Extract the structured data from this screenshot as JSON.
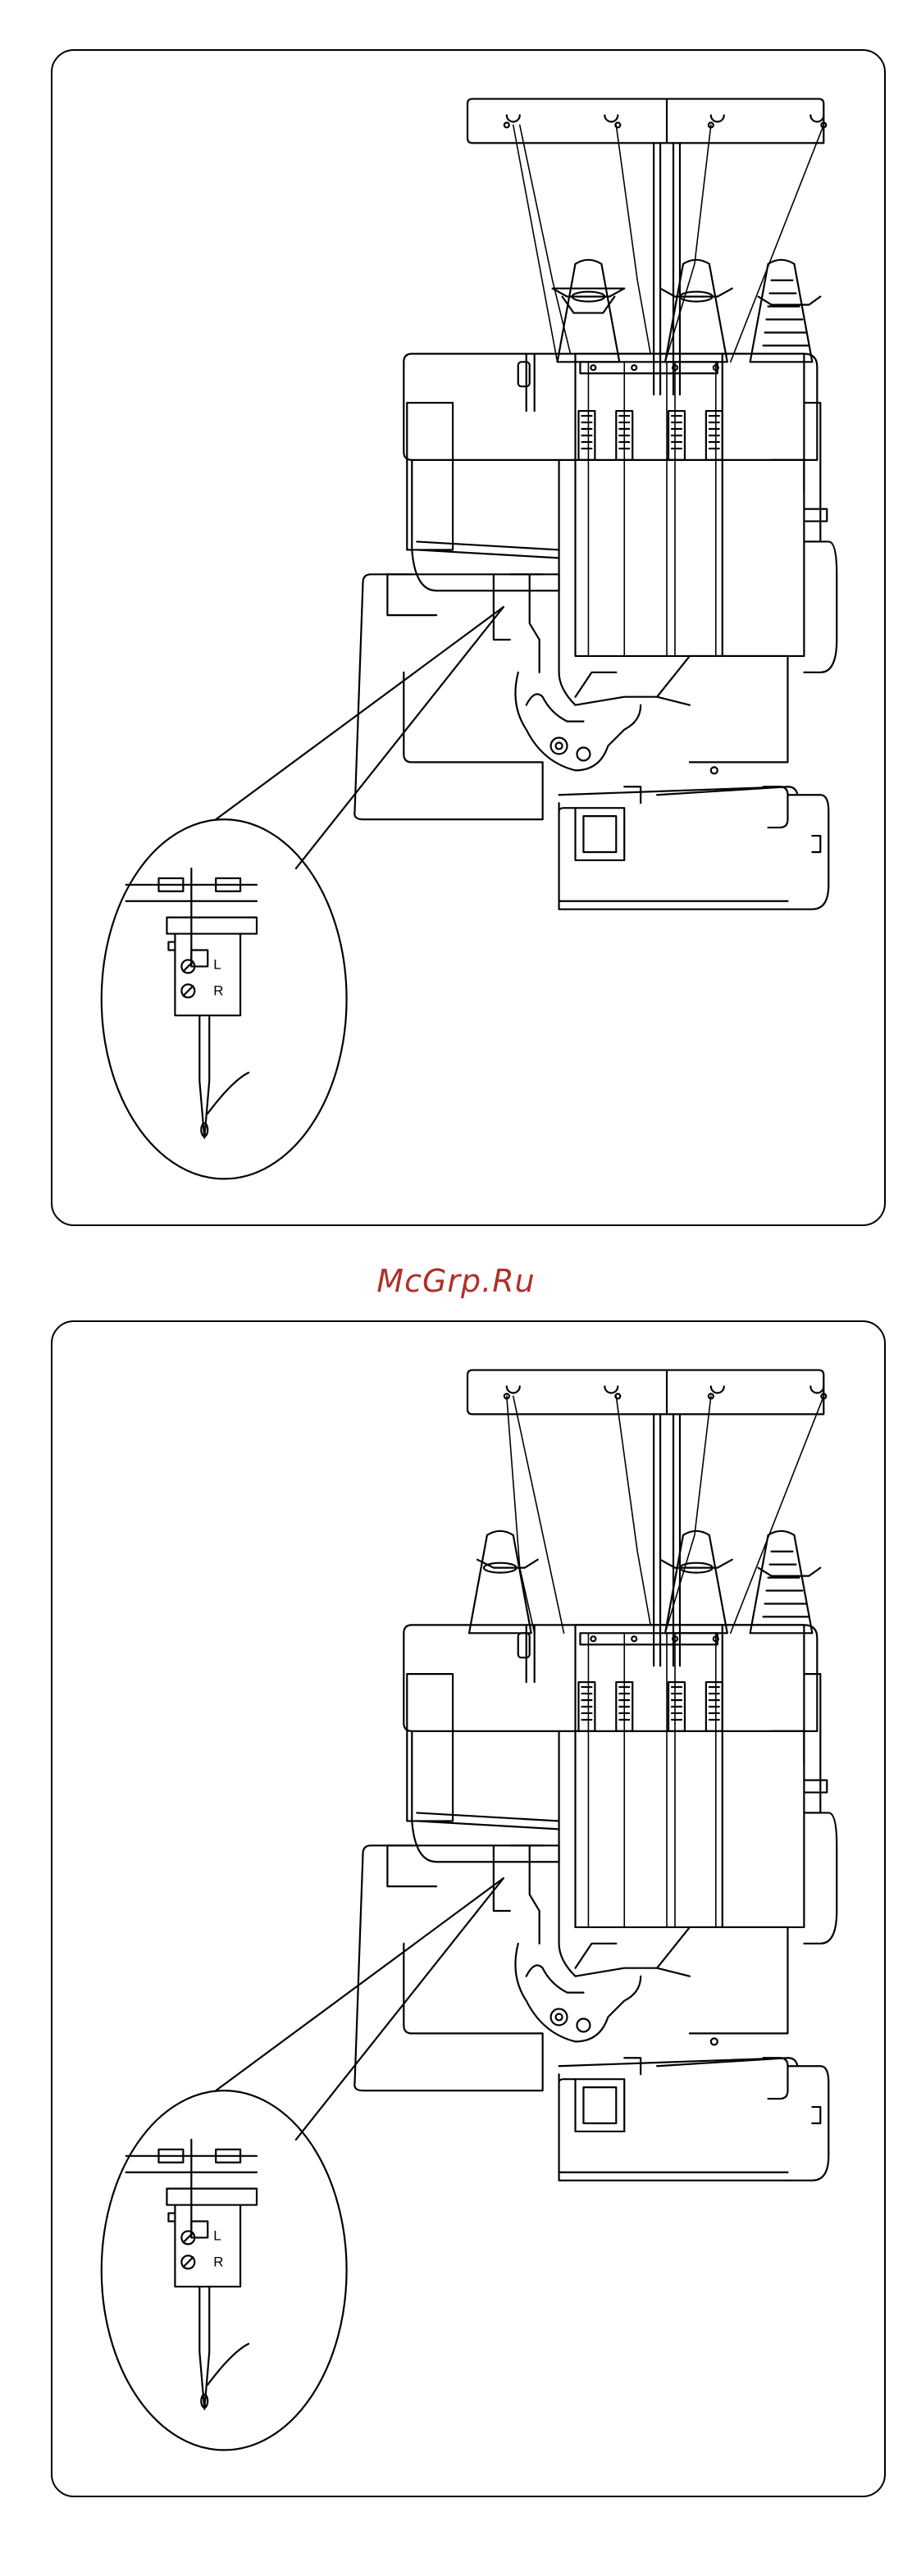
{
  "watermark": "McGrp.Ru",
  "panels": [
    {
      "id": "top",
      "detail_labels": {
        "left": "L",
        "right": "R"
      }
    },
    {
      "id": "bottom",
      "detail_labels": {
        "left": "L",
        "right": "R"
      }
    }
  ]
}
